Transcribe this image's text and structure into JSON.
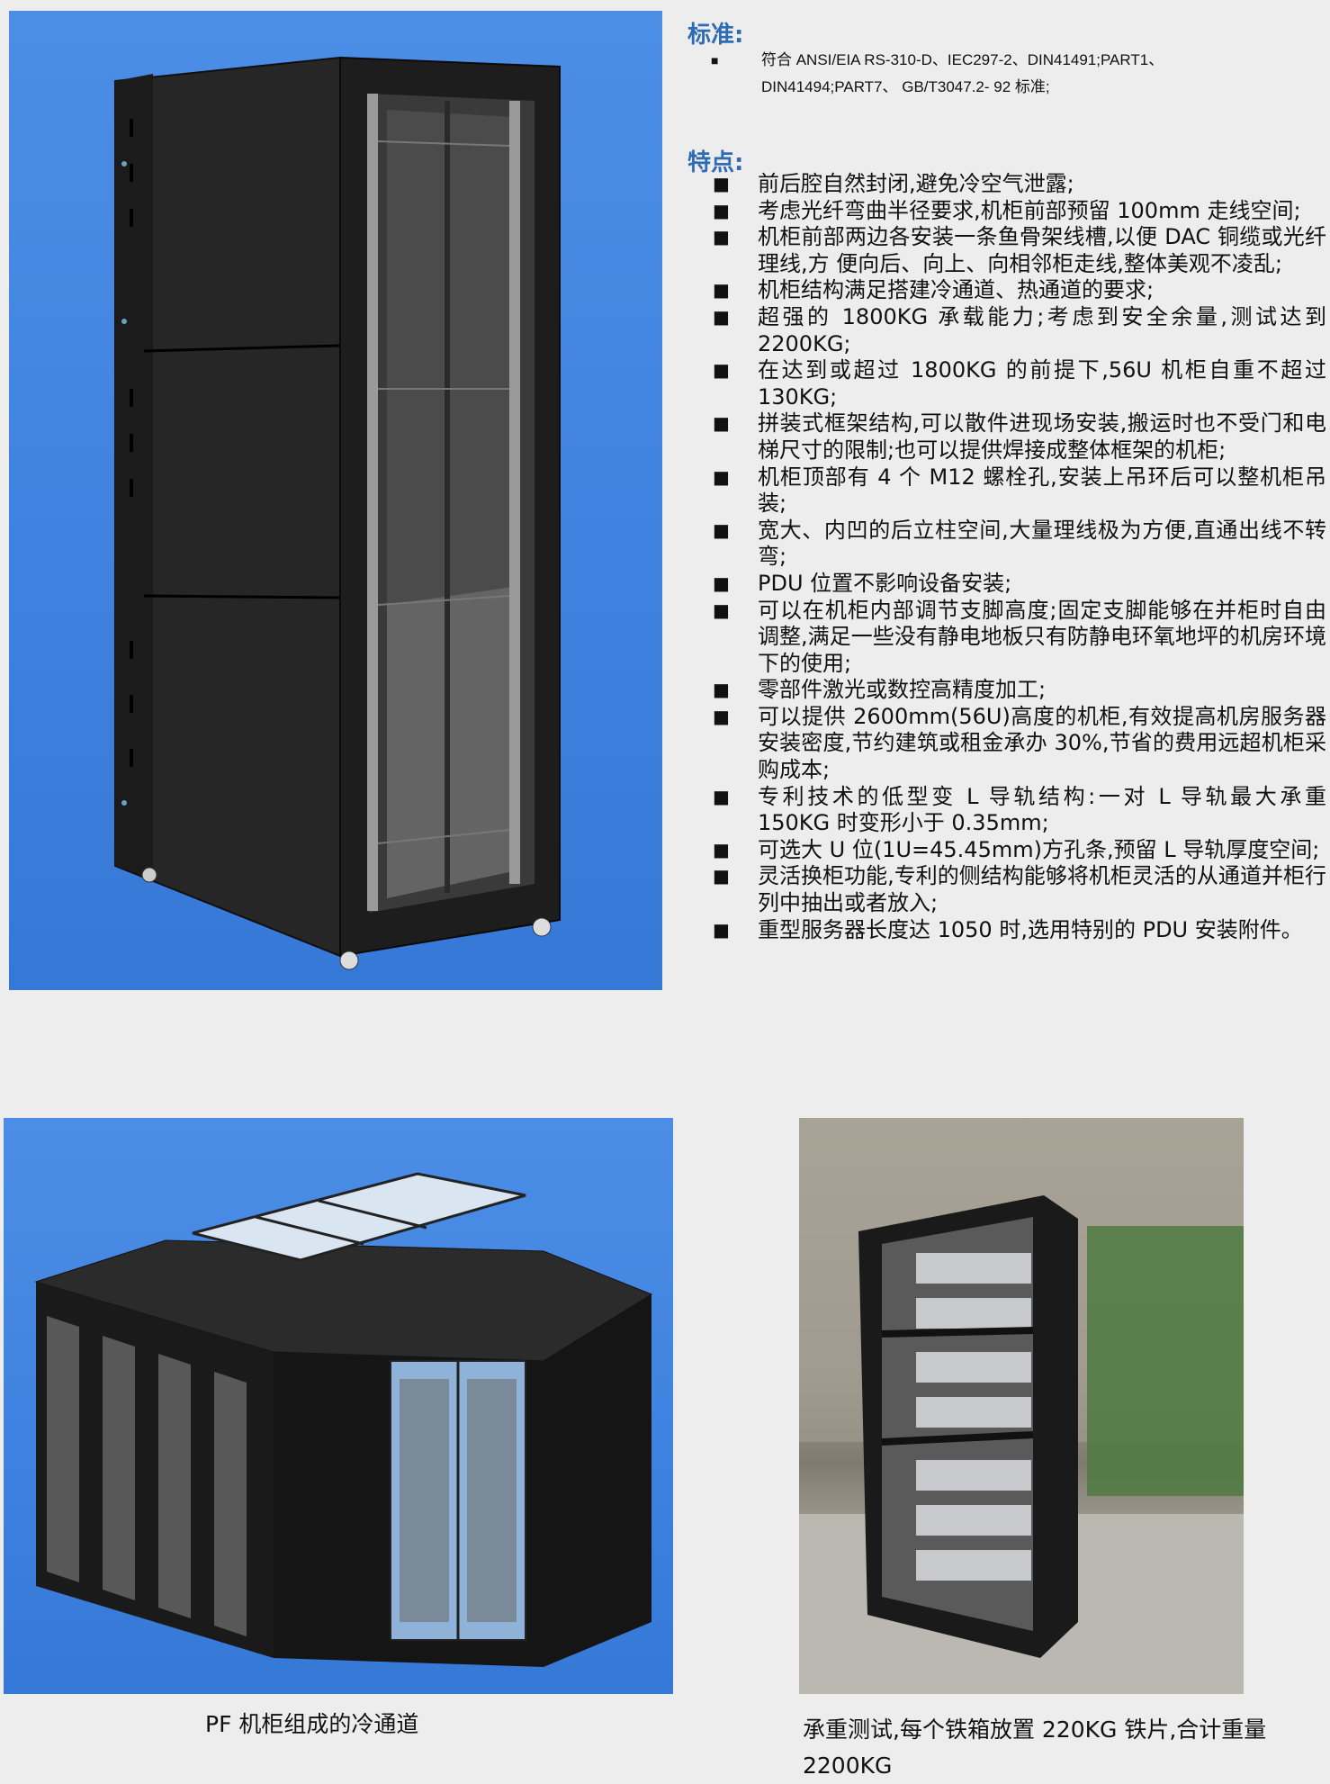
{
  "standard": {
    "heading": "标准:",
    "items": [
      {
        "bullet": "■",
        "text": "符合 ANSI/EIA RS-310-D、IEC297-2、DIN41491;PART1、DIN41494;PART7、 GB/T3047.2- 92 标准;"
      }
    ]
  },
  "features": {
    "heading": "特点:",
    "items": [
      "前后腔自然封闭,避免冷空气泄露;",
      "考虑光纤弯曲半径要求,机柜前部预留 100mm 走线空间;",
      "机柜前部两边各安装一条鱼骨架线槽,以便 DAC 铜缆或光纤  理线,方  便向后、向上、向相邻柜走线,整体美观不凌乱;",
      "机柜结构满足搭建冷通道、热通道的要求;",
      "超强的 1800KG 承载能力;考虑到安全余量,测试达到 2200KG;",
      "在达到或超过 1800KG 的前提下,56U 机柜自重不超过 130KG;",
      "拼装式框架结构,可以散件进现场安装,搬运时也不受门和电梯尺寸的限制;也可以提供焊接成整体框架的机柜;",
      "机柜顶部有 4 个 M12 螺栓孔,安装上吊环后可以整机柜吊装;",
      "宽大、内凹的后立柱空间,大量理线极为方便,直通出线不转弯;",
      "PDU 位置不影响设备安装;",
      "可以在机柜内部调节支脚高度;固定支脚能够在并柜时自由调整,满足一些没有静电地板只有防静电环氧地坪的机房环境下的使用;",
      "零部件激光或数控高精度加工;",
      "可以提供 2600mm(56U)高度的机柜,有效提高机房服务器安装密度,节约建筑或租金承办 30%,节省的费用远超机柜采购成本;",
      "专利技术的低型变 L 导轨结构:一对 L 导轨最大承重 150KG 时变形小于 0.35mm;",
      "可选大 U 位(1U=45.45mm)方孔条,预留 L 导轨厚度空间;",
      "灵活换柜功能,专利的侧结构能够将机柜灵活的从通道并柜行列中抽出或者放入;",
      "重型服务器长度达 1050 时,选用特别的 PDU 安装附件。"
    ]
  },
  "captions": {
    "cold_aisle": "PF 机柜组成的冷通道",
    "load_test": "承重测试,每个铁箱放置 220KG 铁片,合计重量 2200KG"
  },
  "colors": {
    "heading": "#2e6bb5",
    "render_background": "#3f82df",
    "page_background": "#ededed"
  }
}
